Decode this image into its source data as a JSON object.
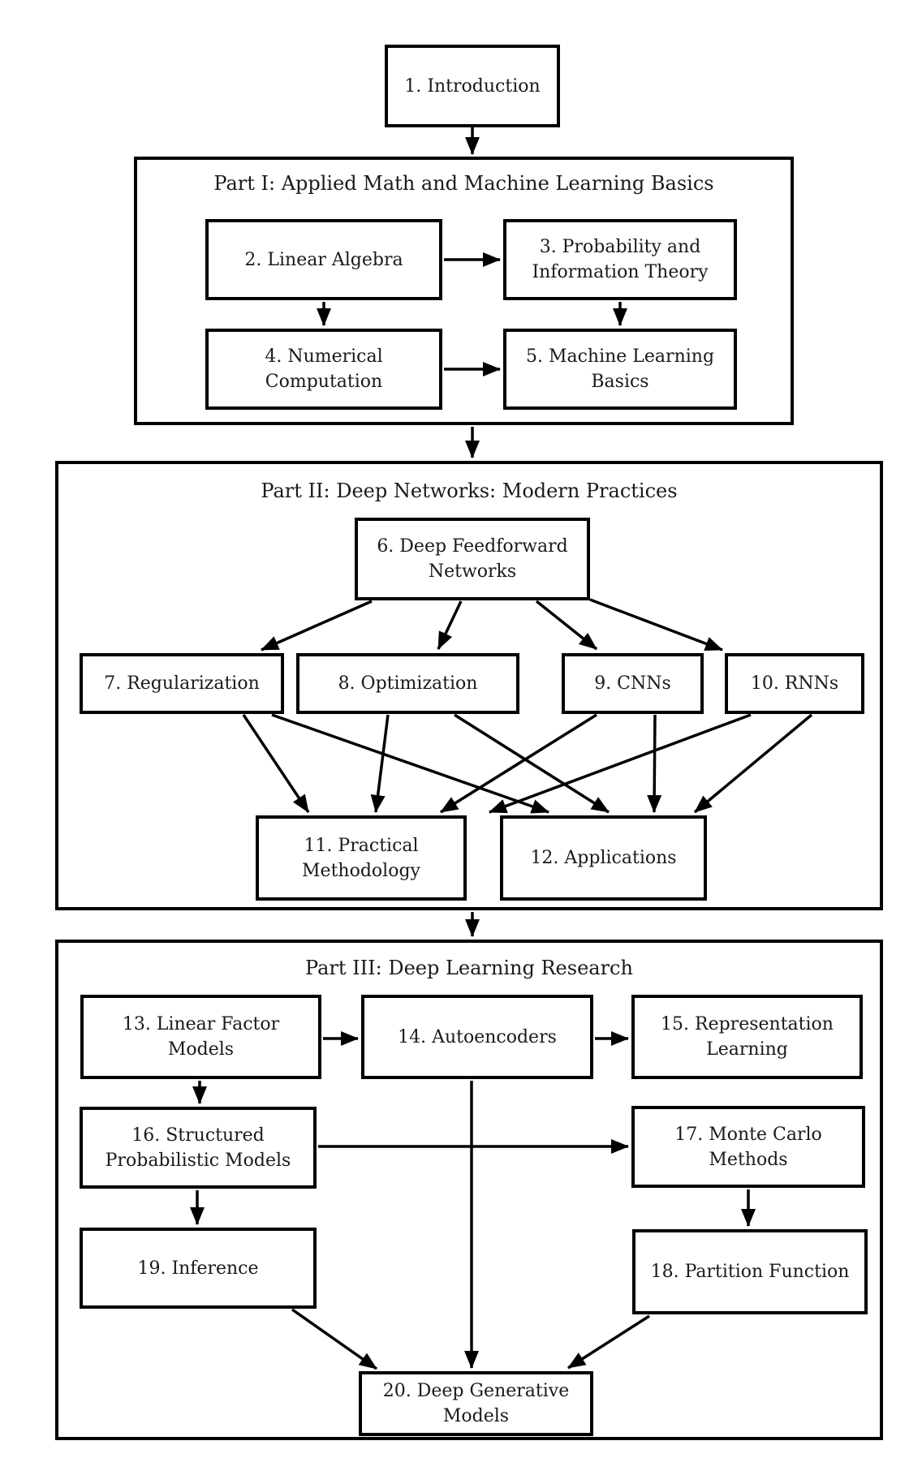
{
  "figure": {
    "background_color": "#ffffff",
    "line_color": "#000000",
    "box_fill_color": "#ffffff"
  },
  "parts": [
    {
      "id": "part1",
      "label": "Part I: Applied Math and Machine Learning Basics"
    },
    {
      "id": "part2",
      "label": "Part II: Deep Networks: Modern Practices"
    },
    {
      "id": "part3",
      "label": "Part III: Deep Learning Research"
    }
  ],
  "nodes": [
    {
      "id": "1",
      "label": "1. Introduction"
    },
    {
      "id": "2",
      "label": "2. Linear Algebra"
    },
    {
      "id": "3",
      "label": "3. Probability and Information Theory"
    },
    {
      "id": "4",
      "label": "4. Numerical Computation"
    },
    {
      "id": "5",
      "label": "5. Machine Learning Basics"
    },
    {
      "id": "6",
      "label": "6. Deep Feedforward Networks"
    },
    {
      "id": "7",
      "label": "7. Regularization"
    },
    {
      "id": "8",
      "label": "8. Optimization"
    },
    {
      "id": "9",
      "label": "9.  CNNs"
    },
    {
      "id": "10",
      "label": "10.  RNNs"
    },
    {
      "id": "11",
      "label": "11. Practical Methodology"
    },
    {
      "id": "12",
      "label": "12. Applications"
    },
    {
      "id": "13",
      "label": "13. Linear Factor Models"
    },
    {
      "id": "14",
      "label": "14. Autoencoders"
    },
    {
      "id": "15",
      "label": "15. Representation Learning"
    },
    {
      "id": "16",
      "label": "16. Structured Probabilistic Models"
    },
    {
      "id": "17",
      "label": "17. Monte Carlo Methods"
    },
    {
      "id": "18",
      "label": "18. Partition Function"
    },
    {
      "id": "19",
      "label": "19. Inference"
    },
    {
      "id": "20",
      "label": "20. Deep Generative Models"
    }
  ],
  "edges": [
    {
      "from": "1",
      "to": "part1"
    },
    {
      "from": "2",
      "to": "3"
    },
    {
      "from": "2",
      "to": "4"
    },
    {
      "from": "3",
      "to": "5"
    },
    {
      "from": "4",
      "to": "5"
    },
    {
      "from": "part1",
      "to": "part2"
    },
    {
      "from": "6",
      "to": "7"
    },
    {
      "from": "6",
      "to": "8"
    },
    {
      "from": "6",
      "to": "9"
    },
    {
      "from": "6",
      "to": "10"
    },
    {
      "from": "7",
      "to": "11"
    },
    {
      "from": "7",
      "to": "12"
    },
    {
      "from": "8",
      "to": "11"
    },
    {
      "from": "8",
      "to": "12"
    },
    {
      "from": "9",
      "to": "11"
    },
    {
      "from": "9",
      "to": "12"
    },
    {
      "from": "10",
      "to": "11"
    },
    {
      "from": "10",
      "to": "12"
    },
    {
      "from": "part2",
      "to": "part3"
    },
    {
      "from": "13",
      "to": "14"
    },
    {
      "from": "14",
      "to": "15"
    },
    {
      "from": "13",
      "to": "16"
    },
    {
      "from": "16",
      "to": "17"
    },
    {
      "from": "16",
      "to": "19"
    },
    {
      "from": "17",
      "to": "18"
    },
    {
      "from": "14",
      "to": "20"
    },
    {
      "from": "19",
      "to": "20"
    },
    {
      "from": "18",
      "to": "20"
    }
  ]
}
